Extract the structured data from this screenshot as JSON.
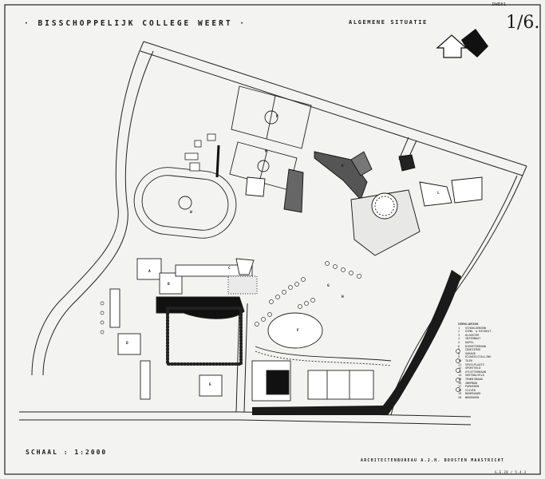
{
  "sheet": {
    "title": "· BISSCHOPPELIJK COLLEGE WEERT ·",
    "subtitle": "ALGEMENE SITUATIE",
    "sheet_number": "1/6.",
    "corner_mark": "DWE01",
    "scale": "SCHAAL : 1:2000",
    "architect": "ARCHITECTENBUREAU   A.J.H. BOOSTEN   MAASTRICHT",
    "stamp": "G.E.28 / 5.4.3"
  },
  "legend": {
    "title": "VERKLARING",
    "items": [
      {
        "n": "1",
        "label": "SCHOOLGEBOUW"
      },
      {
        "n": "2",
        "label": "GYMN. & RECREAT."
      },
      {
        "n": "3",
        "label": "KLOOSTER"
      },
      {
        "n": "4",
        "label": "INTERNAAT"
      },
      {
        "n": "5",
        "label": "KAPEL"
      },
      {
        "n": "6",
        "label": "DIENSTGEBOUW"
      },
      {
        "n": "7",
        "label": "CONCIERGE"
      },
      {
        "n": "8",
        "label": "GARAGE"
      },
      {
        "n": "9",
        "label": "RIJWIELSTALLING"
      },
      {
        "n": "10",
        "label": "TUIN"
      },
      {
        "n": "11",
        "label": "SPEELPLAATS"
      },
      {
        "n": "12",
        "label": "SPORTVELD"
      },
      {
        "n": "13",
        "label": "ATLETIEKBAAN"
      },
      {
        "n": "14",
        "label": "VOETBALVELD"
      },
      {
        "n": "15",
        "label": "TENNISBAAN"
      },
      {
        "n": "16",
        "label": "ZWEMBAD"
      },
      {
        "n": "17",
        "label": "PARKEREN"
      },
      {
        "n": "18",
        "label": "VIJVER"
      },
      {
        "n": "19",
        "label": "BOOMGAARD"
      },
      {
        "n": "20",
        "label": "WONINGEN"
      }
    ]
  },
  "map_labels": {
    "A": "A",
    "B": "B",
    "C": "C",
    "D": "D",
    "E": "E",
    "F": "F",
    "G": "G",
    "H": "H",
    "K": "K",
    "L": "L",
    "M": "M",
    "N": "N",
    "W": "W"
  }
}
